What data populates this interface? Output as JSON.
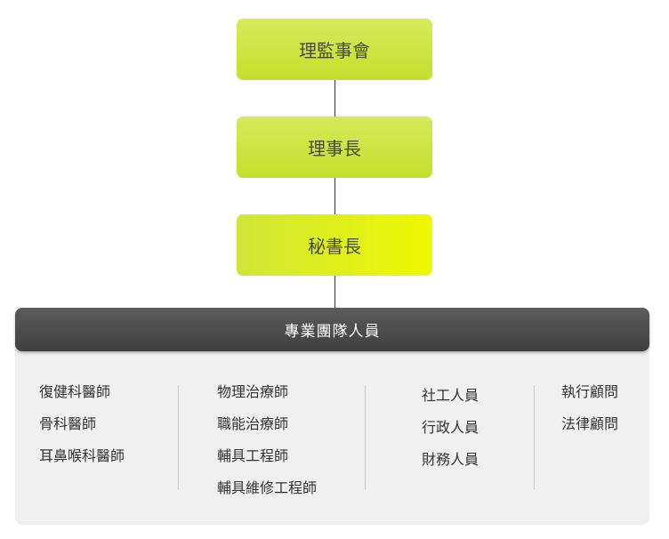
{
  "hierarchy": {
    "level1": "理監事會",
    "level2": "理事長",
    "level3": "秘書長"
  },
  "team": {
    "title": "專業團隊人員",
    "columns": [
      [
        "復健科醫師",
        "骨科醫師",
        "耳鼻喉科醫師"
      ],
      [
        "物理治療師",
        "職能治療師",
        "輔具工程師",
        "輔具維修工程師"
      ],
      [
        "社工人員",
        "行政人員",
        "財務人員"
      ],
      [
        "執行顧問",
        "法律顧問"
      ]
    ]
  },
  "colors": {
    "box_green": "#c4e02c",
    "box_yellow": "#eef900",
    "header_dark": "#3e3e3e",
    "panel_bg": "#f0f0f0"
  }
}
